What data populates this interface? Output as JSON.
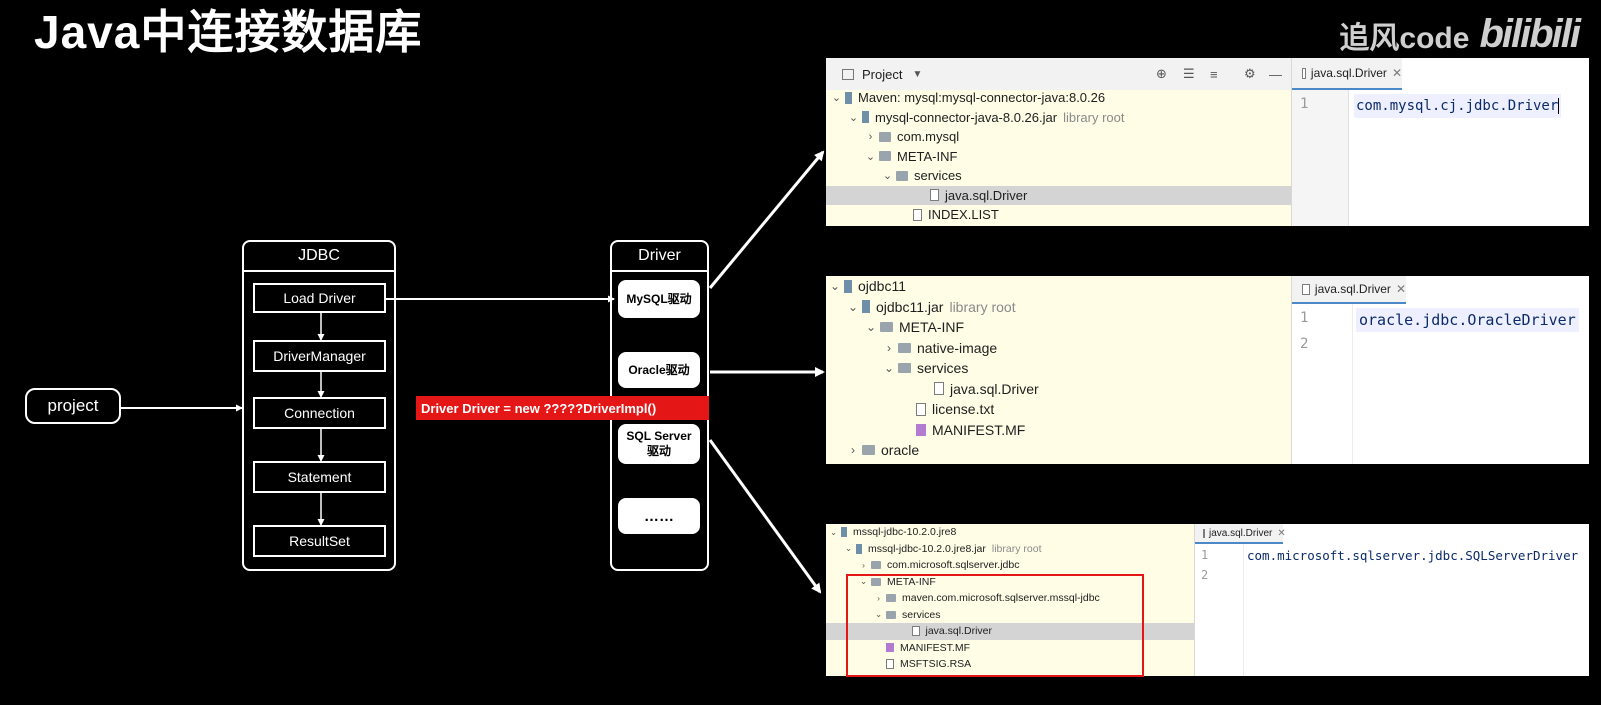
{
  "title": "Java中连接数据库",
  "watermark": {
    "text": "追风code",
    "logo": "bilibili"
  },
  "diagram": {
    "project": "project",
    "jdbc": {
      "header": "JDBC",
      "steps": [
        "Load Driver",
        "DriverManager",
        "Connection",
        "Statement",
        "ResultSet"
      ]
    },
    "driver": {
      "header": "Driver",
      "items": [
        "MySQL驱动",
        "Oracle驱动",
        "SQL Server\n驱动",
        "……"
      ]
    },
    "code_banner": "Driver Driver = new ?????DriverImpl()"
  },
  "ide_mysql": {
    "toolbar": {
      "project_label": "Project"
    },
    "tab": "java.sql.Driver",
    "tree": [
      {
        "indent": 0,
        "chev": "down",
        "icon": "maven-icon",
        "label": "Maven: mysql:mysql-connector-java:8.0.26",
        "muted": ""
      },
      {
        "indent": 1,
        "chev": "down",
        "icon": "jar-icon",
        "label": "mysql-connector-java-8.0.26.jar",
        "muted": "library root"
      },
      {
        "indent": 2,
        "chev": "right",
        "icon": "folder-icon",
        "label": "com.mysql",
        "muted": ""
      },
      {
        "indent": 2,
        "chev": "down",
        "icon": "folder-icon",
        "label": "META-INF",
        "muted": ""
      },
      {
        "indent": 3,
        "chev": "down",
        "icon": "folder-icon",
        "label": "services",
        "muted": ""
      },
      {
        "indent": 5,
        "chev": "",
        "icon": "file-icon",
        "label": "java.sql.Driver",
        "muted": "",
        "selected": true
      },
      {
        "indent": 4,
        "chev": "",
        "icon": "list-file-icon",
        "label": "INDEX.LIST",
        "muted": ""
      }
    ],
    "line_numbers": [
      "1"
    ],
    "code_lines": [
      "com.mysql.cj.jdbc.Driver"
    ]
  },
  "ide_oracle": {
    "tab": "java.sql.Driver",
    "tree": [
      {
        "indent": 0,
        "chev": "down",
        "icon": "jar-lib-icon",
        "label": "ojdbc11",
        "muted": ""
      },
      {
        "indent": 1,
        "chev": "down",
        "icon": "jar-icon",
        "label": "ojdbc11.jar",
        "muted": "library root"
      },
      {
        "indent": 2,
        "chev": "down",
        "icon": "folder-icon",
        "label": "META-INF",
        "muted": ""
      },
      {
        "indent": 3,
        "chev": "right",
        "icon": "folder-icon",
        "label": "native-image",
        "muted": ""
      },
      {
        "indent": 3,
        "chev": "down",
        "icon": "folder-icon",
        "label": "services",
        "muted": ""
      },
      {
        "indent": 5,
        "chev": "",
        "icon": "file-icon",
        "label": "java.sql.Driver",
        "muted": ""
      },
      {
        "indent": 4,
        "chev": "",
        "icon": "file-icon",
        "label": "license.txt",
        "muted": ""
      },
      {
        "indent": 4,
        "chev": "",
        "icon": "manifest-icon",
        "label": "MANIFEST.MF",
        "muted": ""
      },
      {
        "indent": 1,
        "chev": "right",
        "icon": "folder-icon",
        "label": "oracle",
        "muted": ""
      }
    ],
    "line_numbers": [
      "1",
      "2"
    ],
    "code_lines": [
      "oracle.jdbc.OracleDriver",
      ""
    ]
  },
  "ide_mssql": {
    "tab": "java.sql.Driver",
    "tree": [
      {
        "indent": 0,
        "chev": "down",
        "icon": "jar-lib-icon",
        "label": "mssql-jdbc-10.2.0.jre8",
        "muted": ""
      },
      {
        "indent": 1,
        "chev": "down",
        "icon": "jar-icon",
        "label": "mssql-jdbc-10.2.0.jre8.jar",
        "muted": "library root"
      },
      {
        "indent": 2,
        "chev": "right",
        "icon": "folder-icon",
        "label": "com.microsoft.sqlserver.jdbc",
        "muted": ""
      },
      {
        "indent": 2,
        "chev": "down",
        "icon": "folder-icon",
        "label": "META-INF",
        "muted": ""
      },
      {
        "indent": 3,
        "chev": "right",
        "icon": "folder-icon",
        "label": "maven.com.microsoft.sqlserver.mssql-jdbc",
        "muted": ""
      },
      {
        "indent": 3,
        "chev": "down",
        "icon": "folder-icon",
        "label": "services",
        "muted": ""
      },
      {
        "indent": 4.7,
        "chev": "",
        "icon": "file-icon",
        "label": "java.sql.Driver",
        "muted": "",
        "selected": true
      },
      {
        "indent": 3,
        "chev": "",
        "icon": "manifest-icon",
        "label": "MANIFEST.MF",
        "muted": ""
      },
      {
        "indent": 3,
        "chev": "",
        "icon": "file-icon",
        "label": "MSFTSIG.RSA",
        "muted": ""
      }
    ],
    "line_numbers": [
      "1",
      "2"
    ],
    "code_lines": [
      "com.microsoft.sqlserver.jdbc.SQLServerDriver",
      ""
    ]
  },
  "colors": {
    "highlight_red": "#e51616",
    "tree_bg": "#fffde6",
    "selection": "#d4d4d4"
  }
}
